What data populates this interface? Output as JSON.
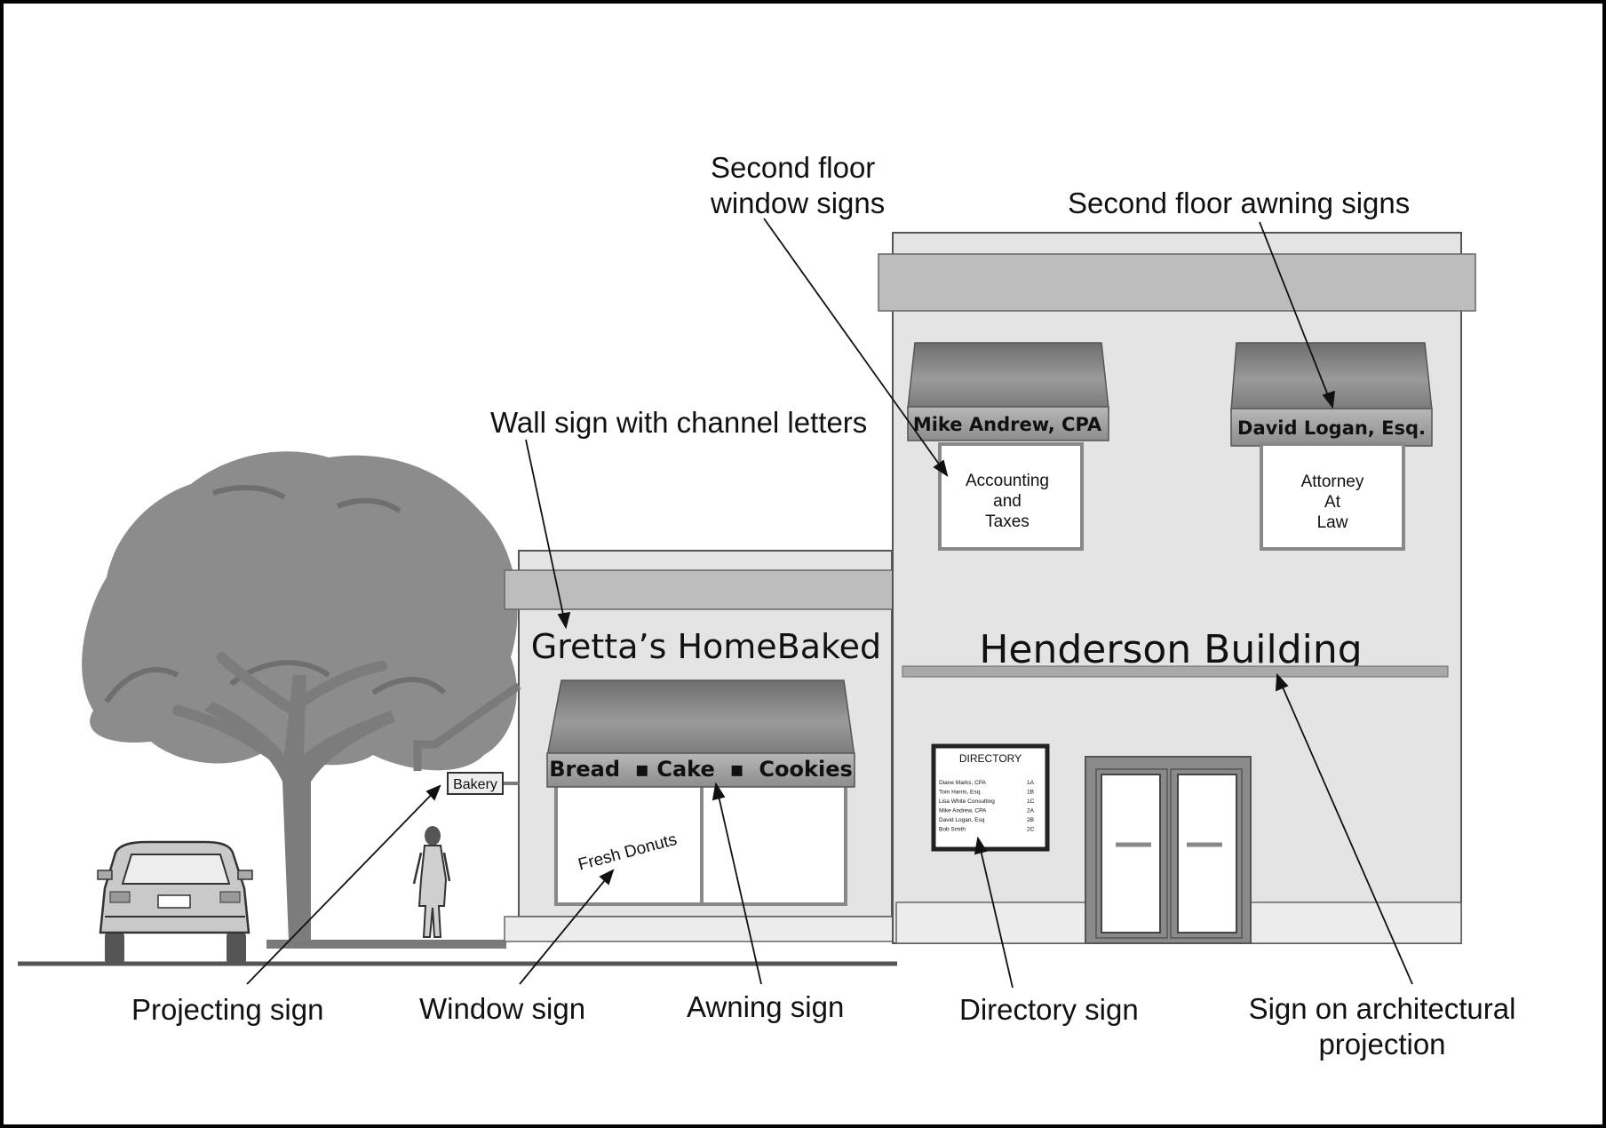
{
  "callouts": {
    "second_floor_window_line1": "Second floor",
    "second_floor_window_line2": "window signs",
    "second_floor_awning": "Second floor awning signs",
    "wall_sign": "Wall sign with channel letters",
    "projecting": "Projecting sign",
    "window": "Window sign",
    "awning": "Awning sign",
    "directory": "Directory sign",
    "architectural_line1": "Sign on architectural",
    "architectural_line2": "projection"
  },
  "signs": {
    "bakery_name": "Gretta’s HomeBaked",
    "bakery_awning": "Bread  ▪ Cake  ▪  Cookies",
    "projecting_sign": "Bakery",
    "window_sign": "Fresh Donuts",
    "building_name": "Henderson Building",
    "awning_left": "Mike Andrew, CPA",
    "awning_right": "David Logan, Esq.",
    "window_left": [
      "Accounting",
      "and",
      "Taxes"
    ],
    "window_right": [
      "Attorney",
      "At",
      "Law"
    ]
  },
  "directory": {
    "title": "DIRECTORY",
    "entries": [
      {
        "name": "Diane Marks, CPA",
        "suite": "1A"
      },
      {
        "name": "Tom Harris, Esq.",
        "suite": "1B"
      },
      {
        "name": "Lisa White Consulting",
        "suite": "1C"
      },
      {
        "name": "Mike Andrew, CPA",
        "suite": "2A"
      },
      {
        "name": "David Logan, Esq",
        "suite": "2B"
      },
      {
        "name": "Bob Smith",
        "suite": "2C"
      }
    ]
  },
  "colors": {
    "wall": "#e4e4e4",
    "trim": "#bdbdbd",
    "awning": "#8a8a8a",
    "tree": "#8c8c8c",
    "outline": "#222222"
  }
}
